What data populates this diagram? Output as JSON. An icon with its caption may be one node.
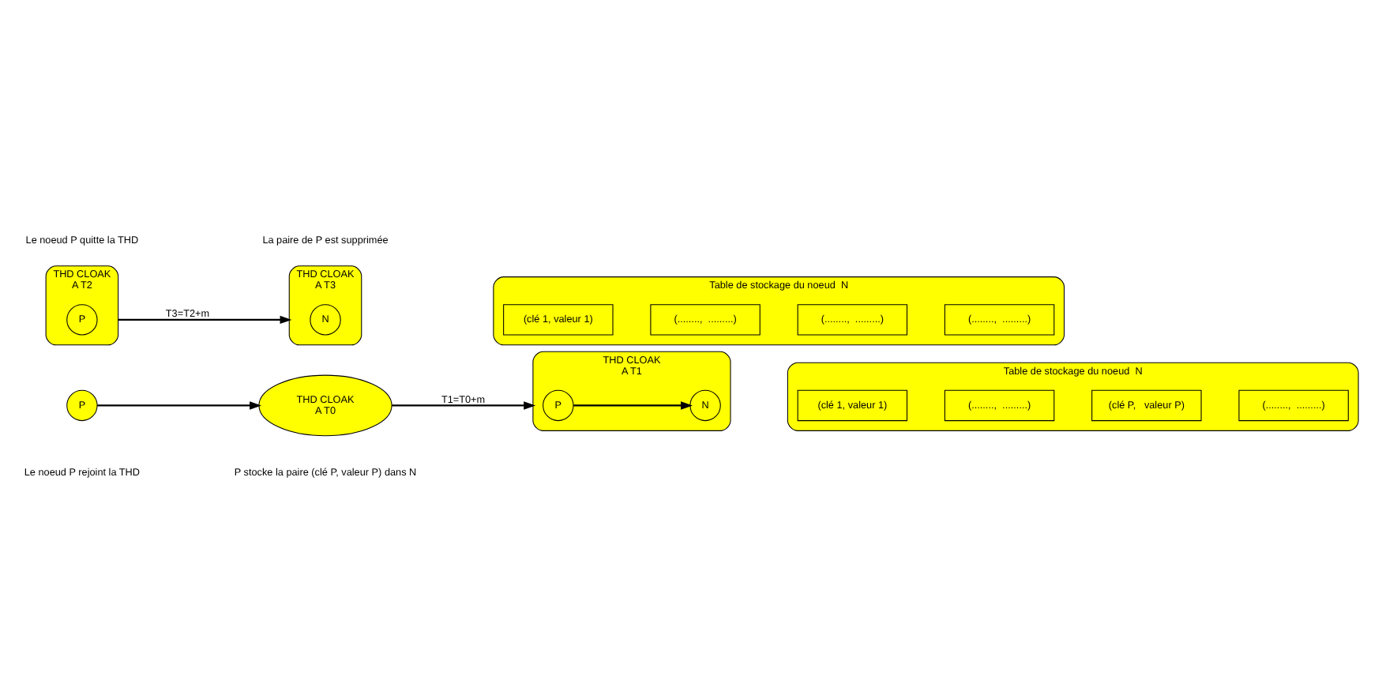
{
  "diagram": {
    "nodes": [
      {
        "text": [
          "THD CLOAK",
          "A T0"
        ]
      },
      {
        "text": [
          "P"
        ]
      },
      {
        "text": [
          "THD CLOAK",
          "A T1"
        ]
      },
      {
        "text": [
          "P"
        ],
        "in": 2
      },
      {
        "text": [
          "N"
        ],
        "in": 2
      },
      {
        "text": [
          "Table de stockage du noeud  N"
        ]
      },
      {
        "text": [
          "(clé 1, valeur 1)"
        ],
        "in": 5
      },
      {
        "text": [
          "(........,  .........)"
        ],
        "in": 5
      },
      {
        "text": [
          "(clé P,   valeur P)"
        ],
        "in": 5
      },
      {
        "text": [
          "(........,  .........)"
        ],
        "in": 5
      },
      {
        "text": [
          "THD CLOAK",
          "A T2"
        ]
      },
      {
        "text": [
          "P"
        ],
        "in": 10
      },
      {
        "text": [
          "THD CLOAK",
          "A T3"
        ]
      },
      {
        "text": [
          "N"
        ],
        "in": 12
      },
      {
        "text": [
          "Table de stockage du noeud  N"
        ]
      },
      {
        "text": [
          "(clé 1, valeur 1)"
        ],
        "in": 14
      },
      {
        "text": [
          "(........,  .........)"
        ],
        "in": 14
      },
      {
        "text": [
          "(........,  .........)"
        ],
        "in": 14
      },
      {
        "text": [
          "(........,  .........)"
        ],
        "in": 14
      }
    ],
    "edges": [
      {
        "from": 0,
        "to": 2,
        "arrow": "to",
        "label": "T1=T0+m"
      },
      {
        "from": 1,
        "to": 0,
        "arrow": "to"
      },
      {
        "from": 3,
        "to": 4,
        "arrow": "to"
      },
      {
        "from": 10,
        "to": 12,
        "arrow": "to",
        "label": "T3=T2+m"
      }
    ],
    "labels": [
      "Le noeud P rejoint la THD",
      "P stocke la paire (clé P, valeur P) dans N",
      "Le noeud P quitte la THD",
      "La paire de P est supprimée"
    ]
  }
}
